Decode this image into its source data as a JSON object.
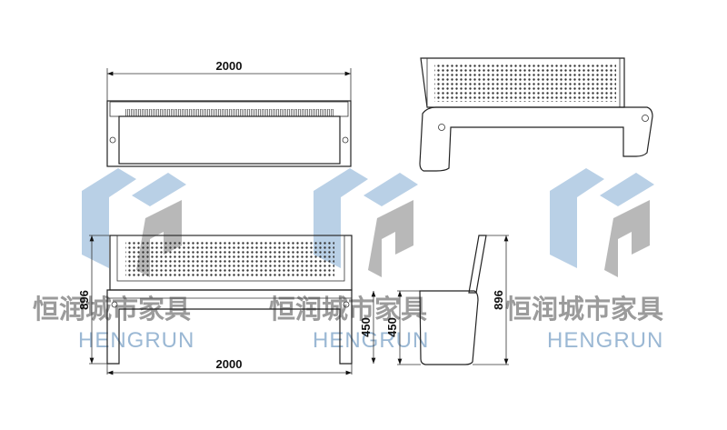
{
  "drawing": {
    "top_view": {
      "width_label": "2000"
    },
    "front_view": {
      "width_label": "2000",
      "height_label": "896"
    },
    "side_view": {
      "height_label": "896",
      "seat_height_label": "450"
    },
    "front_seat_height_label": "450"
  },
  "watermark": {
    "chinese": "恒润城市家具",
    "english": "HENGRUN"
  },
  "colors": {
    "logo_blue": "#b9d0e6",
    "logo_gray": "#9a9a9a",
    "line": "#222222"
  }
}
